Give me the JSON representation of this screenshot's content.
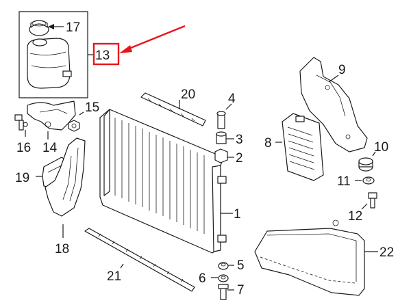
{
  "highlight_color": "#e8141b",
  "line_color": "#1a1a1a",
  "callouts": {
    "c1": "1",
    "c2": "2",
    "c3": "3",
    "c4": "4",
    "c5": "5",
    "c6": "6",
    "c7": "7",
    "c8": "8",
    "c9": "9",
    "c10": "10",
    "c11": "11",
    "c12": "12",
    "c13": "13",
    "c14": "14",
    "c15": "15",
    "c16": "16",
    "c17": "17",
    "c18": "18",
    "c19": "19",
    "c20": "20",
    "c21": "21",
    "c22": "22"
  },
  "highlighted_callout": "13"
}
